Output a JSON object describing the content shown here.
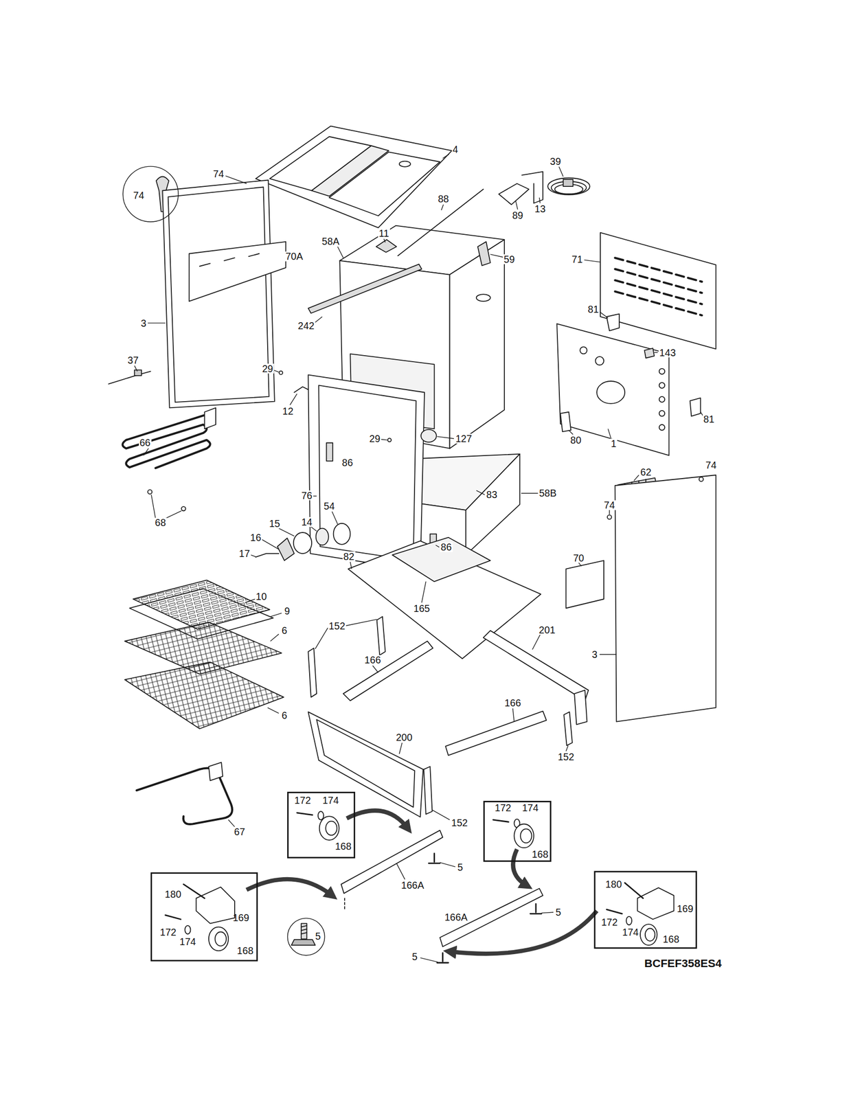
{
  "diagram": {
    "nodes": [
      {
        "text": [
          "74"
        ]
      },
      {
        "text": [
          "172",
          "174",
          "168"
        ]
      },
      {
        "text": [
          "172",
          "174",
          "168"
        ]
      },
      {
        "text": [
          "180",
          "169",
          "172",
          "174",
          "168"
        ]
      },
      {
        "text": [
          "180",
          "172",
          "174",
          "169",
          "168"
        ]
      },
      {
        "text": [
          "5"
        ]
      }
    ],
    "labels": [
      "74",
      "4",
      "39",
      "88",
      "89",
      "13",
      "58A",
      "11",
      "59",
      "70A",
      "71",
      "3",
      "242",
      "81",
      "143",
      "37",
      "29",
      "12",
      "29",
      "127",
      "81",
      "80",
      "1",
      "66",
      "86",
      "74",
      "62",
      "83",
      "58B",
      "74",
      "76",
      "68",
      "54",
      "14",
      "15",
      "16",
      "17",
      "86",
      "82",
      "70",
      "10",
      "9",
      "165",
      "6",
      "152",
      "201",
      "166",
      "3",
      "6",
      "166",
      "152",
      "200",
      "152",
      "67",
      "5",
      "166A",
      "166A",
      "5",
      "5",
      "BCFEF358ES4"
    ]
  }
}
